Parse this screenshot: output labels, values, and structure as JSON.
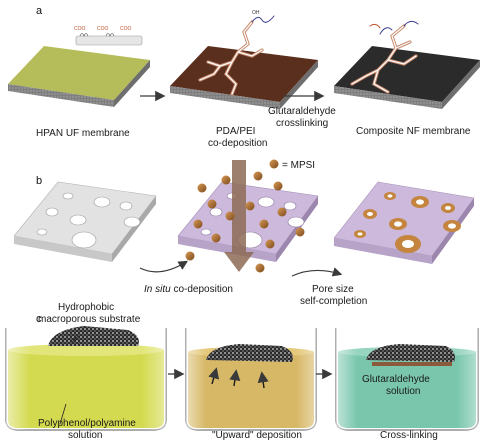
{
  "panel_a": {
    "letter": "a",
    "membrane1_label": "HPAN UF membrane",
    "membrane2_label_l1": "PDA/PEI",
    "membrane2_label_l2": "co-deposition",
    "arrow2_label_l1": "Glutaraldehyde",
    "arrow2_label_l2": "crosslinking",
    "membrane3_label": "Composite NF membrane",
    "mol_oh": "OH",
    "mol_coo1": "COO",
    "mol_coo2": "COO",
    "mol_coo3": "COO",
    "colors": {
      "hpan": "#b5bd5a",
      "pda": "#5a2f1e",
      "composite": "#2b2b2b",
      "base": "#8d8d8d"
    }
  },
  "panel_b": {
    "letter": "b",
    "legend_label": "= MPSI",
    "arrow1_label_prefix": "In situ",
    "arrow1_label_suffix": " co-deposition",
    "arrow2_label_l1": "Pore size",
    "arrow2_label_l2": "self-completion",
    "colors": {
      "plain": "#e2e2e2",
      "lilac": "#cdb9dc",
      "particle": "#a8692f"
    }
  },
  "panel_c": {
    "letter": "c",
    "substrate_label_l1": "Hydrophobic",
    "substrate_label_l2": "macroporous substrate",
    "solution1_label_l1": "Polyphenol/polyamine",
    "solution1_label_l2": "solution",
    "step2_label": "\"Upward\" deposition",
    "solution3_label_l1": "Glutaraldehyde",
    "solution3_label_l2": "solution",
    "step3_label": "Cross-linking",
    "colors": {
      "yellow": "#d4da4f",
      "tan": "#d7b867",
      "teal": "#79c6ad"
    }
  }
}
